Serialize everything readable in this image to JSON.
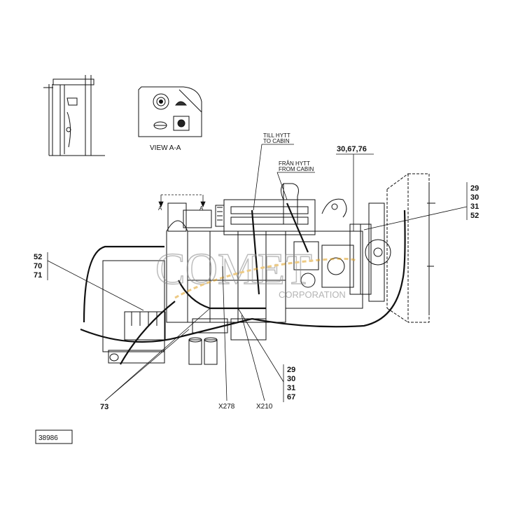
{
  "watermark": {
    "letters": "COMET",
    "subtext": "CORPORATION",
    "accent": "#e0a020"
  },
  "figure_number": "38986",
  "view_label": "VIEW A-A",
  "section_marks": [
    "A",
    "A"
  ],
  "cable_notes": {
    "to_cabin_1": "TILL HYTT",
    "to_cabin_2": "TO CABIN",
    "from_cabin_1": "FRÅN HYTT",
    "from_cabin_2": "FROM CABIN"
  },
  "callouts": {
    "top_center": "30,67,76",
    "right_group": [
      "29",
      "30",
      "31",
      "52"
    ],
    "left_group": [
      "52",
      "70",
      "71"
    ],
    "bottom_group": [
      "29",
      "30",
      "31",
      "67"
    ],
    "item_73": "73",
    "connector_x278": "X278",
    "connector_x210": "X210"
  },
  "colors": {
    "line": "#111111",
    "paper": "#ffffff",
    "watermark_gray": "#b8b8b8"
  }
}
